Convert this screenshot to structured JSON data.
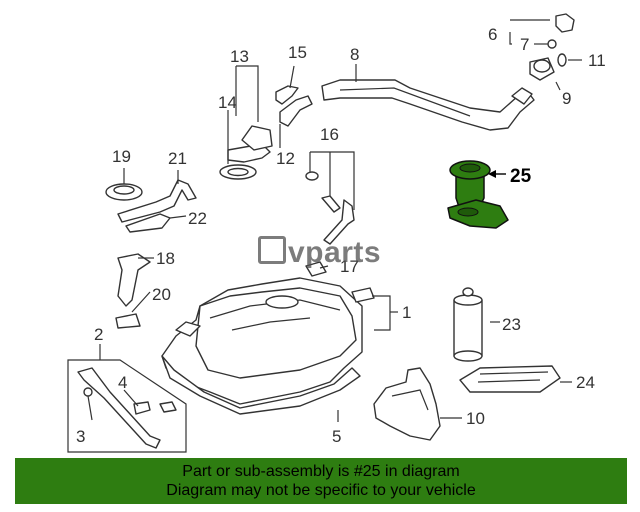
{
  "diagram": {
    "highlight_color": "#2e7d11",
    "watermark": "vparts",
    "callouts": [
      "1",
      "2",
      "3",
      "4",
      "5",
      "6",
      "7",
      "8",
      "9",
      "10",
      "11",
      "12",
      "13",
      "14",
      "15",
      "16",
      "17",
      "18",
      "19",
      "20",
      "21",
      "22",
      "23",
      "24",
      "25"
    ],
    "highlighted_callout": "25"
  },
  "banner": {
    "line1": "Part or sub-assembly is #25 in diagram",
    "line2": "Diagram may not be specific to your vehicle",
    "background": "#2e7d11"
  }
}
